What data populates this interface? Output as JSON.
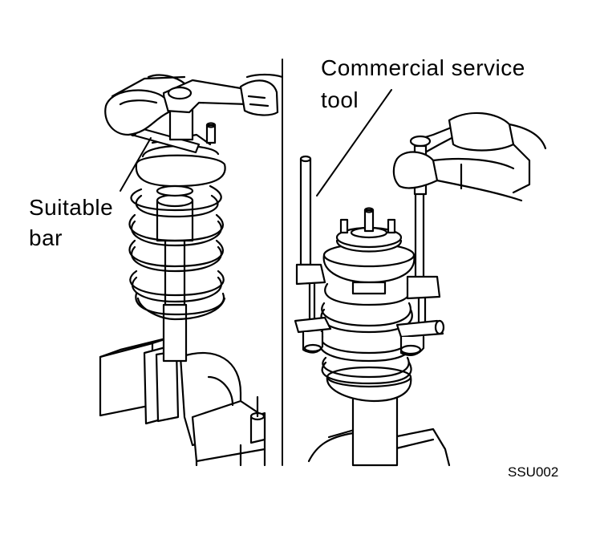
{
  "labels": {
    "commercial_service_tool_line1": "Commercial service",
    "commercial_service_tool_line2": "tool",
    "suitable_bar_line1": "Suitable",
    "suitable_bar_line2": "bar",
    "figure_code": "SSU002"
  },
  "colors": {
    "ink": "#000000",
    "background": "#ffffff"
  }
}
